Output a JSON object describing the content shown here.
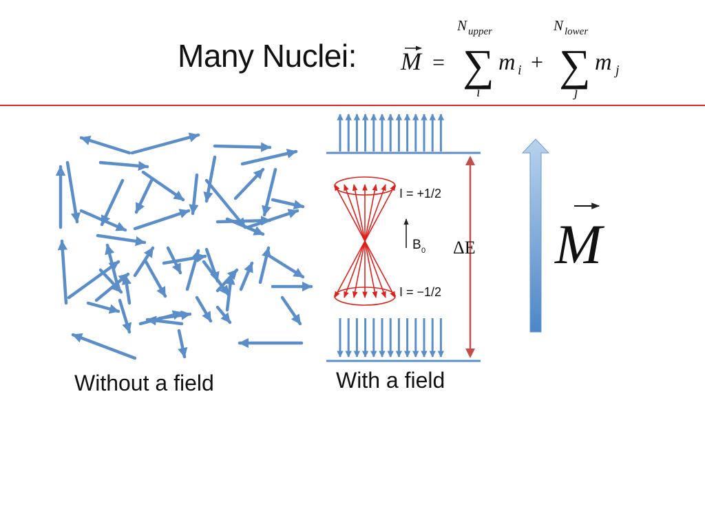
{
  "slide": {
    "title": "Many Nuclei:",
    "equation": {
      "lhs": "M",
      "equals": "=",
      "plus": "+",
      "sum_symbol": "∑",
      "upper_limit_1": "N",
      "upper_limit_1_sub": "upper",
      "upper_limit_2": "N",
      "upper_limit_2_sub": "lower",
      "index_1": "i",
      "index_2": "j",
      "term_1": "m",
      "term_1_sub": "i",
      "term_2": "m",
      "term_2_sub": "j"
    },
    "captions": {
      "without_field": "Without a field",
      "with_field": "With a field"
    },
    "diagram": {
      "state_upper_label": "I = +1/2",
      "state_lower_label": "I = −1/2",
      "field_label": "B",
      "field_sub": "0",
      "energy_gap_label": "ΔE",
      "magnetization_label": "M"
    },
    "colors": {
      "arrow_blue": "#5b8ec9",
      "divider_red": "#d9262c",
      "cone_red": "#e0201b",
      "gap_red": "#c0504d"
    }
  }
}
